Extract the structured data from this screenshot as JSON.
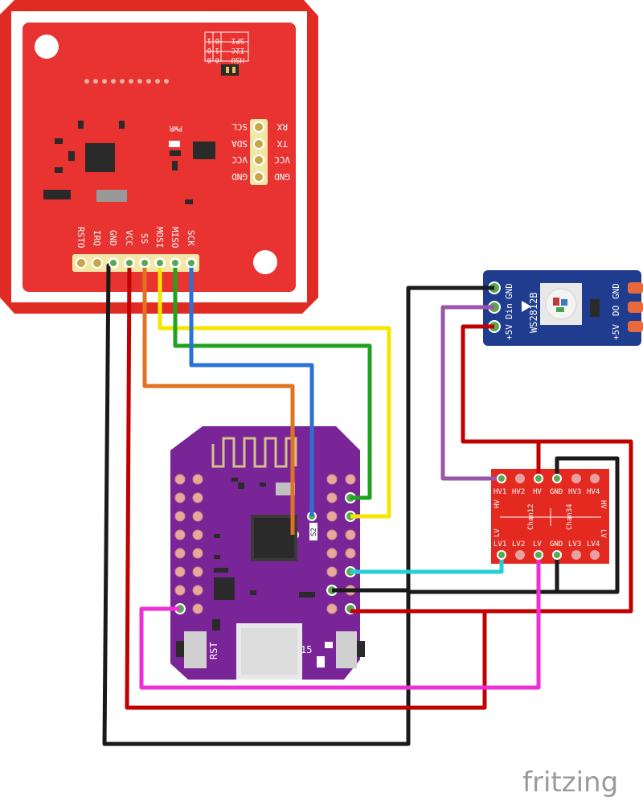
{
  "nfc_board": {
    "bottom_pins": [
      "RSTO",
      "IRQ",
      "GND",
      "VCC",
      "SS",
      "MOSI",
      "MISO",
      "SCK"
    ],
    "side_pins": [
      "RX",
      "TX",
      "VCC",
      "GND"
    ],
    "side_labels": [
      "SCL",
      "SDA",
      "VCC",
      "GND"
    ],
    "pwr_label": "PWR",
    "mode_table": [
      [
        "SPI",
        "0",
        "1"
      ],
      [
        "I2C",
        "1",
        "0"
      ],
      [
        "HSU",
        "0",
        "0"
      ]
    ]
  },
  "led_board": {
    "name": "WS2812B",
    "left_pins": [
      "GND",
      "Din",
      "+5V"
    ],
    "right_pins": [
      "GND",
      "DO",
      "+5V"
    ]
  },
  "level_shifter": {
    "top_labels": [
      "HV1",
      "HV2",
      "HV",
      "GND",
      "HV3",
      "HV4"
    ],
    "bottom_labels": [
      "LV1",
      "LV2",
      "LV",
      "GND",
      "LV3",
      "LV4"
    ],
    "side_left_hv": "HV",
    "side_left_lv": "LV",
    "side_right_hv": "HV",
    "side_right_lv": "LV",
    "chan_left": "Chan12",
    "chan_right": "Chan34"
  },
  "esp_board": {
    "rst_label": "RST",
    "io_label": "15",
    "chip_label": "S2"
  },
  "wire_colors": {
    "black": "#1a1a1a",
    "red": "#c10000",
    "yellow": "#f5e600",
    "green": "#1fa31f",
    "blue": "#2b72d6",
    "orange": "#e0731f",
    "purple": "#9955aa",
    "cyan": "#23d0d8",
    "magenta": "#ee2fd6"
  },
  "watermark": "fritzing"
}
